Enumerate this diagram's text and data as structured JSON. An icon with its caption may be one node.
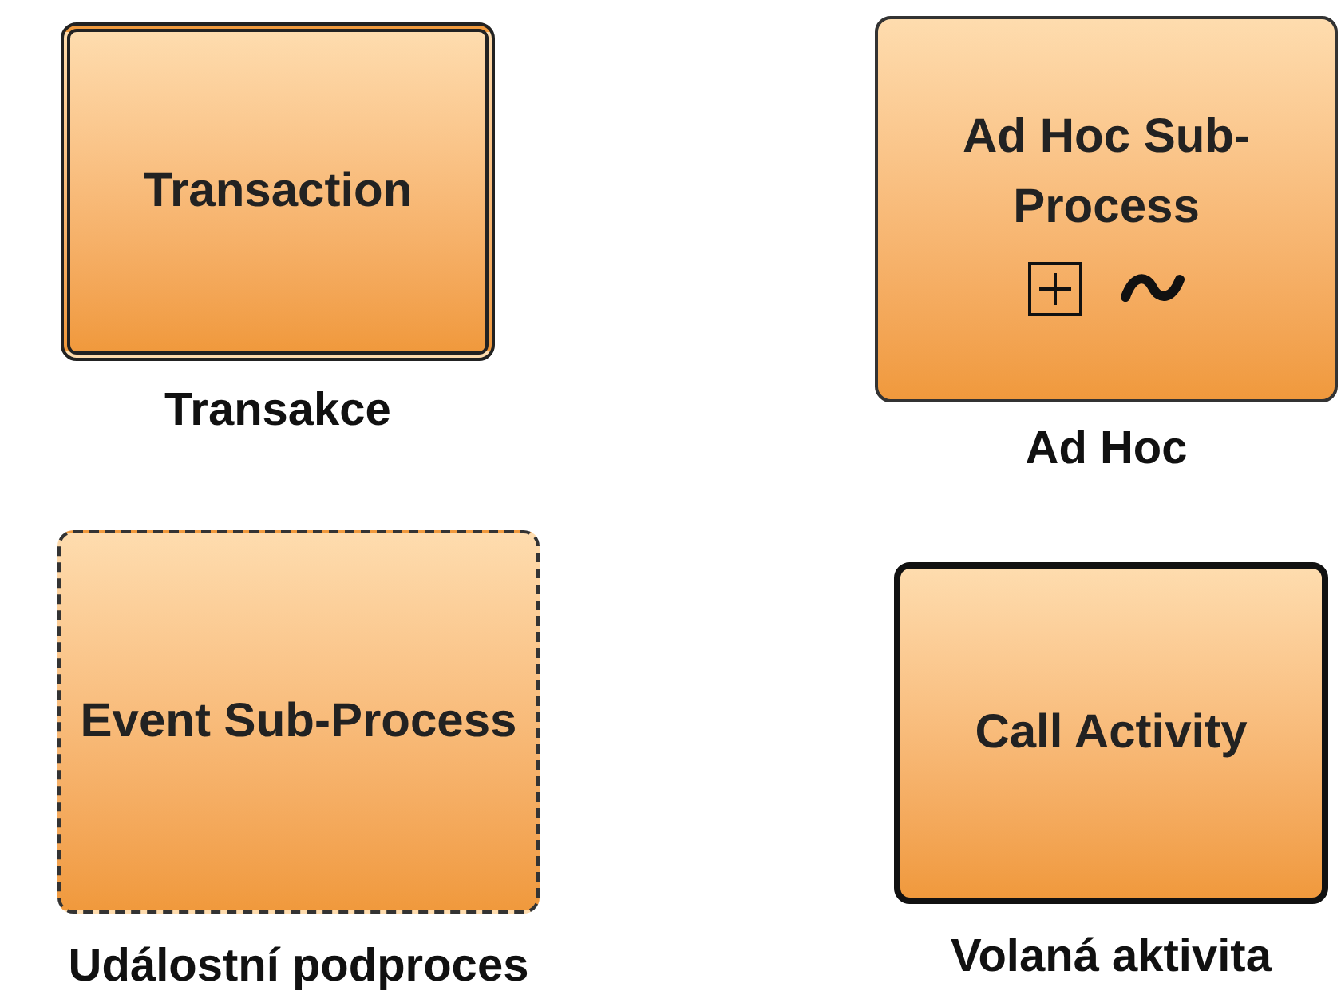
{
  "diagram": {
    "nodes": [
      {
        "text": [
          "Transaction"
        ],
        "beside": [
          "Transakce"
        ]
      },
      {
        "text": [
          "Ad Hoc Sub-Process"
        ],
        "beside": [
          "Ad Hoc"
        ]
      },
      {
        "text": [
          "Event Sub-Process"
        ],
        "beside": [
          "Událostní podproces"
        ]
      },
      {
        "text": [
          "Call Activity"
        ],
        "beside": [
          "Volaná aktivita"
        ]
      }
    ]
  }
}
